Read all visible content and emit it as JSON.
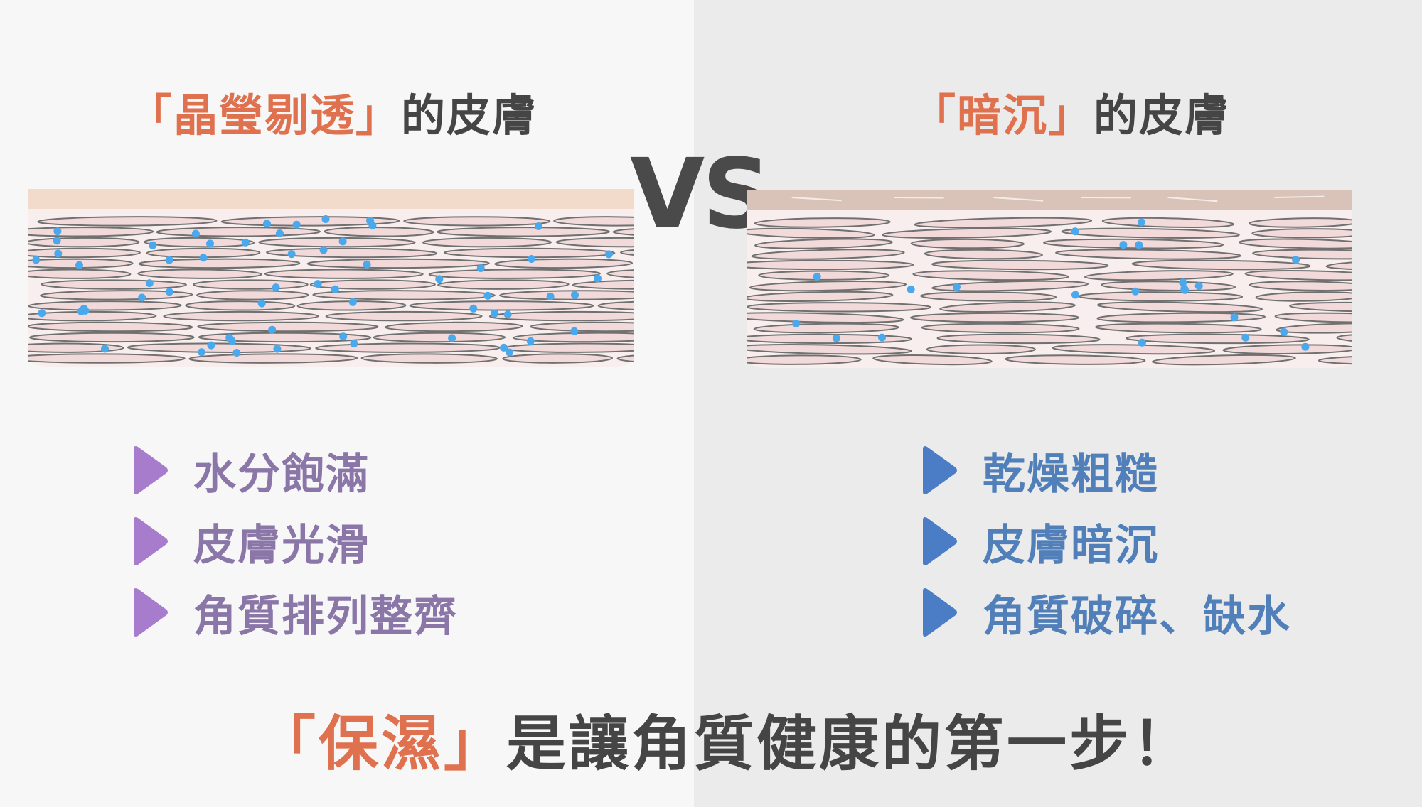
{
  "colors": {
    "accent": "#e0714f",
    "text_dark": "#454545",
    "left_bg": "#f7f7f8",
    "right_bg": "#ebebeb",
    "left_list": "#8b76a8",
    "left_triangle": "#a87ccd",
    "right_list": "#517fb9",
    "right_triangle": "#4a7dc6",
    "cell_fill": "#f2dada",
    "cell_stroke": "#707070",
    "water_dot": "#4aa8ec"
  },
  "left": {
    "heading_highlight": "「晶瑩剔透」",
    "heading_rest": "的皮膚",
    "items": [
      "水分飽滿",
      "皮膚光滑",
      "角質排列整齊"
    ]
  },
  "right": {
    "heading_highlight": "「暗沉」",
    "heading_rest": "的皮膚",
    "items": [
      "乾燥粗糙",
      "皮膚暗沉",
      "角質破碎、缺水"
    ]
  },
  "vs_label": "VS",
  "bottom": {
    "highlight": "「保濕」",
    "rest": "是讓角質健康的第一步！"
  },
  "icons": {
    "list_marker": "play-triangle-icon",
    "water_marker": "water-droplet-icon"
  }
}
